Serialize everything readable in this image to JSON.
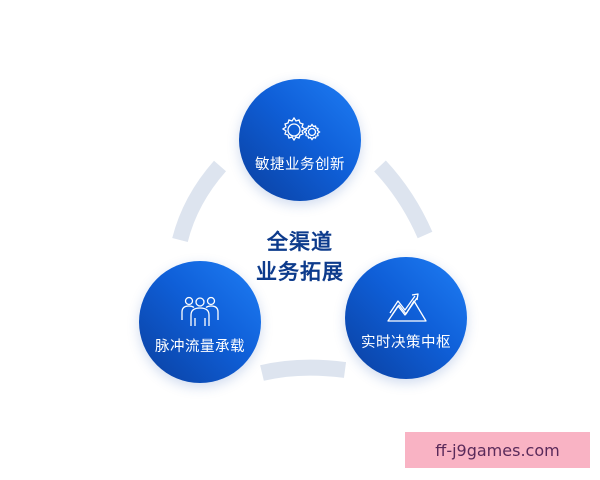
{
  "diagram": {
    "center": {
      "line1": "全渠道",
      "line2": "业务拓展"
    },
    "nodes": [
      {
        "id": "top",
        "label": "敏捷业务创新",
        "icon": "gears-icon"
      },
      {
        "id": "left",
        "label": "脉冲流量承载",
        "icon": "people-group-icon"
      },
      {
        "id": "right",
        "label": "实时决策中枢",
        "icon": "trend-chart-icon"
      }
    ],
    "colors": {
      "node_gradient_light": "#1f7ef5",
      "node_gradient_dark": "#0a3f9f",
      "center_text": "#0d3b8c",
      "arc": "#dde4ef"
    }
  },
  "watermark": {
    "text": "ff-j9games.com",
    "background": "#f9b3c4"
  }
}
